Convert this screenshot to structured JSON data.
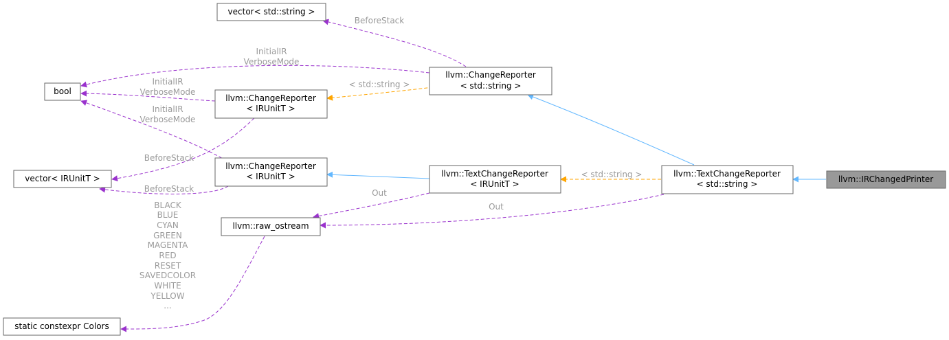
{
  "nodes": {
    "vector_string": "vector< std::string >",
    "bool": "bool",
    "change_reporter_string": [
      "llvm::ChangeReporter",
      "< std::string >"
    ],
    "change_reporter_irunit_a": [
      "llvm::ChangeReporter",
      "< IRUnitT >"
    ],
    "vector_irunit": "vector< IRUnitT >",
    "change_reporter_irunit_b": [
      "llvm::ChangeReporter",
      "< IRUnitT >"
    ],
    "text_change_reporter_irunit": [
      "llvm::TextChangeReporter",
      "< IRUnitT >"
    ],
    "text_change_reporter_string": [
      "llvm::TextChangeReporter",
      "< std::string >"
    ],
    "ir_changed_printer": "llvm::IRChangedPrinter",
    "raw_ostream": "llvm::raw_ostream",
    "colors": "static constexpr Colors"
  },
  "edge_labels": {
    "before_stack_top": "BeforeStack",
    "initial_ir_top": [
      "InitialIR",
      "VerboseMode"
    ],
    "template_string_top": "< std::string >",
    "initial_ir_mid": [
      "InitialIR",
      "VerboseMode"
    ],
    "initial_ir_low": [
      "InitialIR",
      "VerboseMode"
    ],
    "before_stack_mid": "BeforeStack",
    "before_stack_low": "BeforeStack",
    "template_string_mid": "< std::string >",
    "out_mid": "Out",
    "out_right": "Out",
    "colors_list": [
      "BLACK",
      "BLUE",
      "CYAN",
      "GREEN",
      "MAGENTA",
      "RED",
      "RESET",
      "SAVEDCOLOR",
      "WHITE",
      "YELLOW",
      "..."
    ]
  },
  "colors": {
    "usage_edge": "#9a32cd",
    "template_edge": "#ffa500",
    "inherit_edge": "#63b8ff",
    "current_node_fill": "#999999",
    "label_text": "#9a9a9a"
  }
}
